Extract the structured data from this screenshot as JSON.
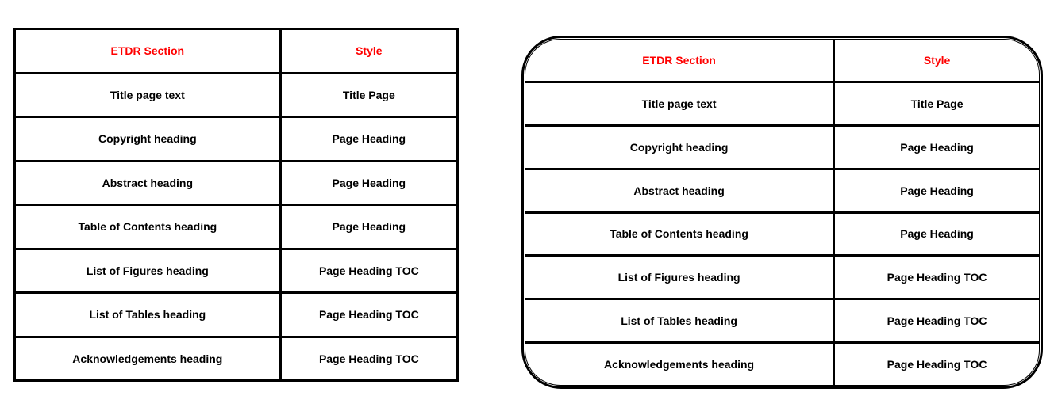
{
  "colors": {
    "background": "#ffffff",
    "border": "#000000",
    "header_text": "#ff0000",
    "body_text": "#000000"
  },
  "table_content": {
    "header": {
      "section": "ETDR Section",
      "style": "Style"
    },
    "rows": [
      {
        "section": "Title page text",
        "style": "Title Page"
      },
      {
        "section": "Copyright heading",
        "style": "Page Heading"
      },
      {
        "section": "Abstract heading",
        "style": "Page Heading"
      },
      {
        "section": "Table of Contents heading",
        "style": "Page Heading"
      },
      {
        "section": "List of Figures heading",
        "style": "Page Heading TOC"
      },
      {
        "section": "List of Tables heading",
        "style": "Page Heading TOC"
      },
      {
        "section": "Acknowledgements heading",
        "style": "Page Heading TOC"
      }
    ]
  }
}
